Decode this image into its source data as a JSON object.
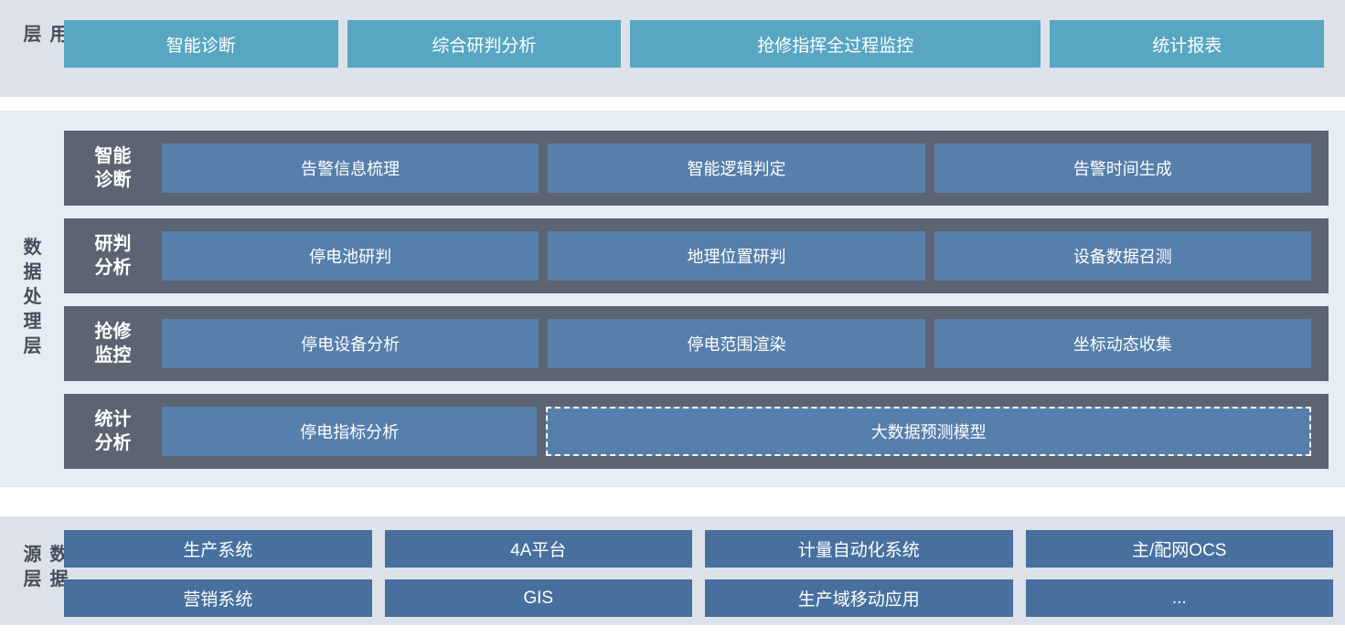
{
  "colors": {
    "app_button": "#58a6c2",
    "band_light_gray": "#dde2ea",
    "band_light_blue": "#e3eef5",
    "row_dark": "#5c6472",
    "inner_box_blue": "#567fab",
    "source_box_blue": "#47709f",
    "layer_label_text": "#454d5c",
    "box_text": "#ffffff"
  },
  "application": {
    "label": "应用层",
    "items": [
      "智能诊断",
      "综合研判分析",
      "抢修指挥全过程监控",
      "统计报表"
    ]
  },
  "processing": {
    "label": "数据处理层",
    "rows": [
      {
        "label_lines": [
          "智能",
          "诊断"
        ],
        "items": [
          "告警信息梳理",
          "智能逻辑判定",
          "告警时间生成"
        ]
      },
      {
        "label_lines": [
          "研判",
          "分析"
        ],
        "items": [
          "停电池研判",
          "地理位置研判",
          "设备数据召测"
        ]
      },
      {
        "label_lines": [
          "抢修",
          "监控"
        ],
        "items": [
          "停电设备分析",
          "停电范围渲染",
          "坐标动态收集"
        ]
      },
      {
        "label_lines": [
          "统计",
          "分析"
        ],
        "items": [
          "停电指标分析",
          {
            "text": "大数据预测模型",
            "dashed": true
          }
        ]
      }
    ]
  },
  "source": {
    "label": "数据源层",
    "rows": [
      [
        "生产系统",
        "4A平台",
        "计量自动化系统",
        "主/配网OCS"
      ],
      [
        "营销系统",
        "GIS",
        "生产域移动应用",
        "..."
      ]
    ]
  }
}
